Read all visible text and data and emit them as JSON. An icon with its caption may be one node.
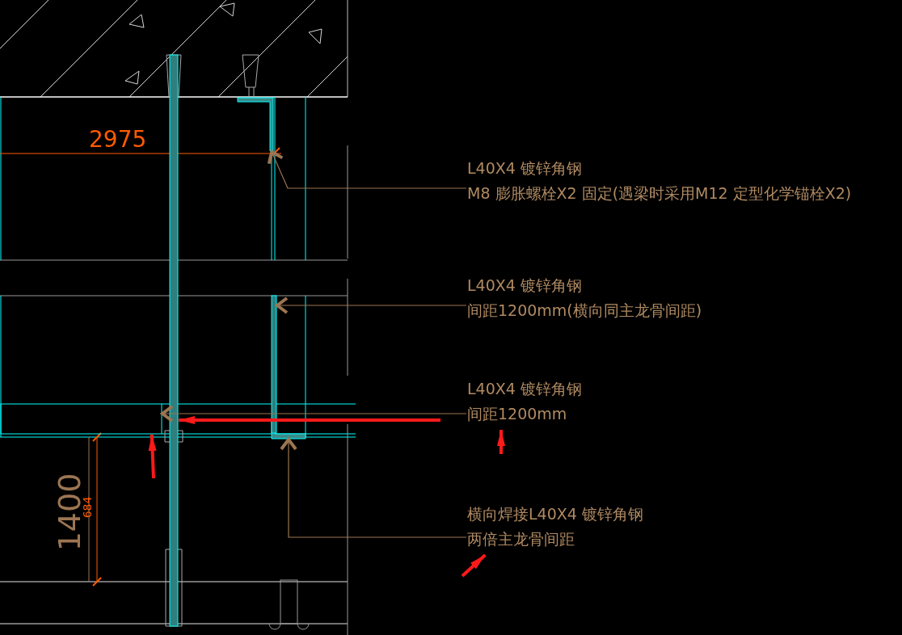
{
  "diagram": {
    "nodes": [
      {
        "text": [
          "L40X4 镀锌角钢",
          "M8 膨胀螺栓X2 固定(遇梁时采用M12 定型化学锚栓X2)"
        ]
      },
      {
        "text": [],
        "shape": "picture"
      },
      {
        "text": [
          "L40X4 镀锌角钢",
          "间距1200mm(横向同主龙骨间距)"
        ]
      },
      {
        "text": [],
        "shape": "bar"
      },
      {
        "text": [
          "L40X4 镀锌角钢",
          "间距1200mm"
        ]
      },
      {
        "text": [],
        "shape": "box"
      },
      {
        "text": [
          "横向焊接L40X4 镀锌角钢",
          "两倍主龙骨间距"
        ]
      },
      {
        "text": [],
        "shape": "picture"
      },
      {
        "text": [],
        "shape": "bar"
      }
    ],
    "edges": [
      {
        "from": 0,
        "to": 1,
        "arrow": "to",
        "color": "#9c7552"
      },
      {
        "from": 2,
        "to": 8,
        "arrow": "to",
        "color": "#9c7552"
      },
      {
        "from": 4,
        "to": 5,
        "arrow": "to",
        "color": "#9c7552"
      },
      {
        "from": 6,
        "to": 7,
        "arrow": "to",
        "color": "#9c7552"
      },
      {
        "from": null,
        "to": 3,
        "arrow": "to",
        "style": "thick",
        "color": "#ff1a1a"
      },
      {
        "from": null,
        "to": 5,
        "arrow": "to",
        "style": "thick",
        "color": "#ff1a1a"
      },
      {
        "from": null,
        "to": 4,
        "arrow": "to",
        "style": "thick",
        "color": "#ff1a1a"
      },
      {
        "from": null,
        "to": 6,
        "arrow": "to",
        "style": "thick",
        "color": "#ff1a1a"
      }
    ],
    "labels": [
      "2975",
      "1400",
      "684"
    ]
  }
}
